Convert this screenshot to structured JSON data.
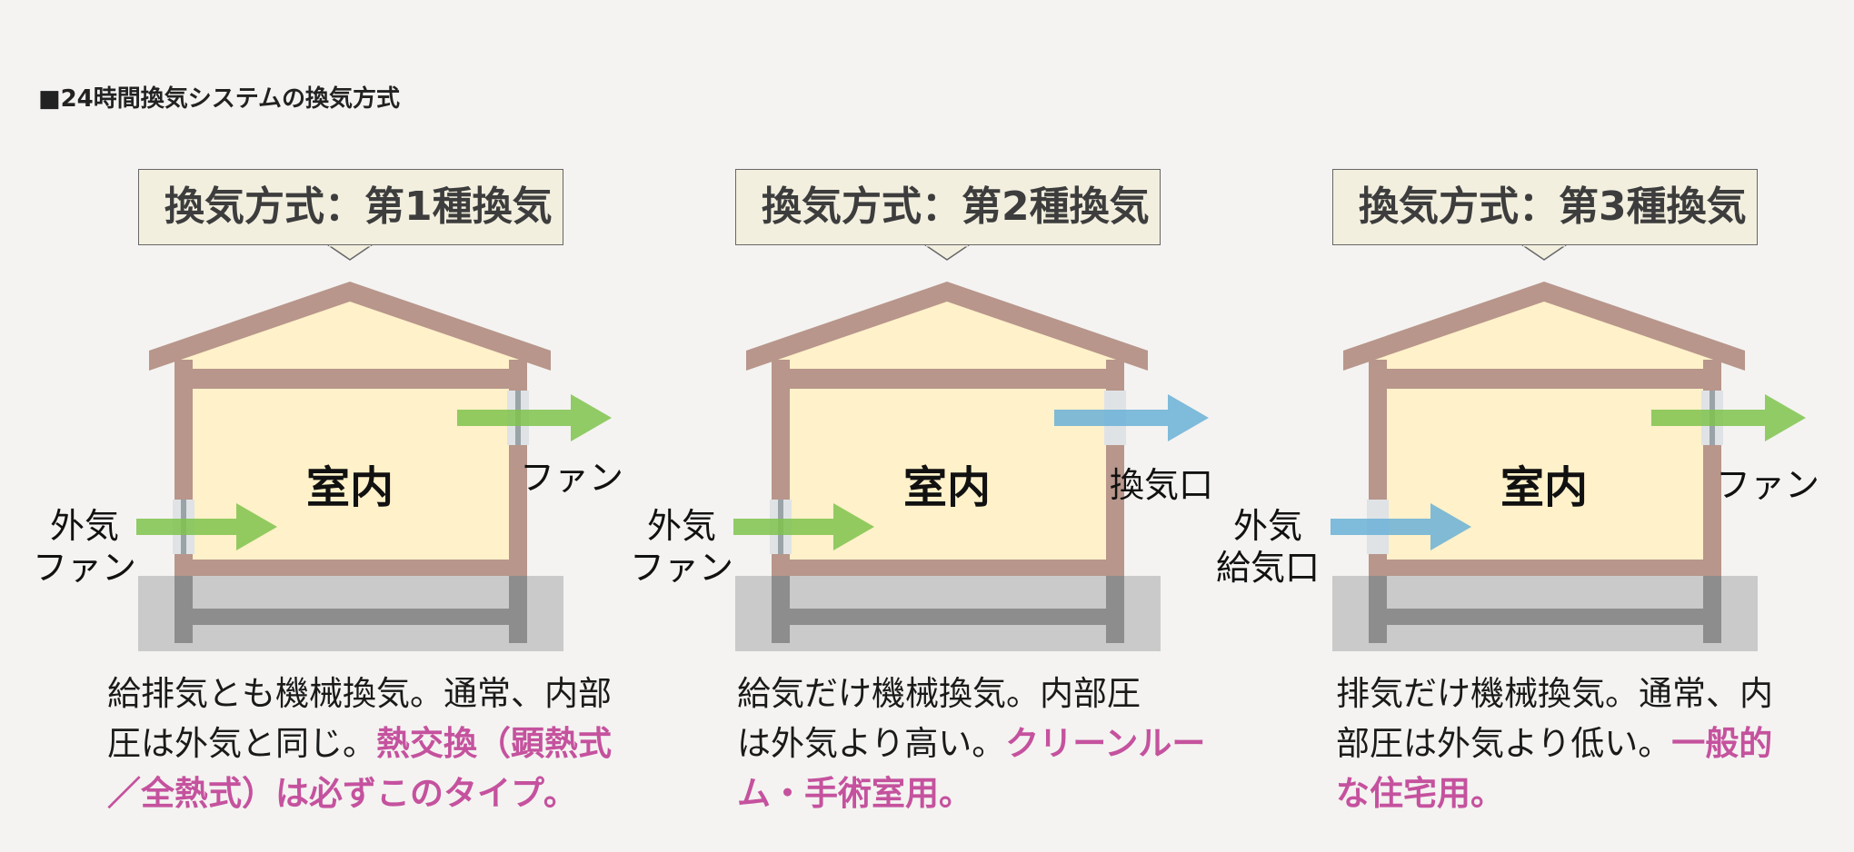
{
  "title": "■24時間換気システムの換気方式",
  "colors": {
    "wall": "#b8968b",
    "interior": "#fff1c9",
    "ground": "#cacaca",
    "green_arrow": "#7fc34e",
    "blue_arrow": "#6ab0d6",
    "highlight": "#c5529e",
    "label_box": "#f2efdf"
  },
  "panels": [
    {
      "label": "換気方式：第1種換気",
      "room": "室内",
      "inlet_label_1": "外気",
      "inlet_label_2": "ファン",
      "outlet_label": "ファン",
      "inlet_arrow": "green",
      "outlet_arrow": "green",
      "desc_line1": "給排気とも機械換気。通常、内部",
      "desc_line2_plain": "圧は外気と同じ。",
      "desc_line2_hl": "熱交換（顕熱式",
      "desc_line3_plain": "",
      "desc_line3_hl": "／全熱式）は必ずこのタイプ。"
    },
    {
      "label": "換気方式：第2種換気",
      "room": "室内",
      "inlet_label_1": "外気",
      "inlet_label_2": "ファン",
      "outlet_label": "換気口",
      "inlet_arrow": "green",
      "outlet_arrow": "blue",
      "desc_line1": "給気だけ機械換気。内部圧",
      "desc_line2_plain": "は外気より高い。",
      "desc_line2_hl": "クリーンルー",
      "desc_line3_plain": "",
      "desc_line3_hl": "ム・手術室用。"
    },
    {
      "label": "換気方式：第3種換気",
      "room": "室内",
      "inlet_label_1": "外気",
      "inlet_label_2": "給気口",
      "outlet_label": "ファン",
      "inlet_arrow": "blue",
      "outlet_arrow": "green",
      "desc_line1": "排気だけ機械換気。通常、内",
      "desc_line2_plain": "部圧は外気より低い。",
      "desc_line2_hl": "一般的",
      "desc_line3_plain": "",
      "desc_line3_hl": "な住宅用。"
    }
  ]
}
